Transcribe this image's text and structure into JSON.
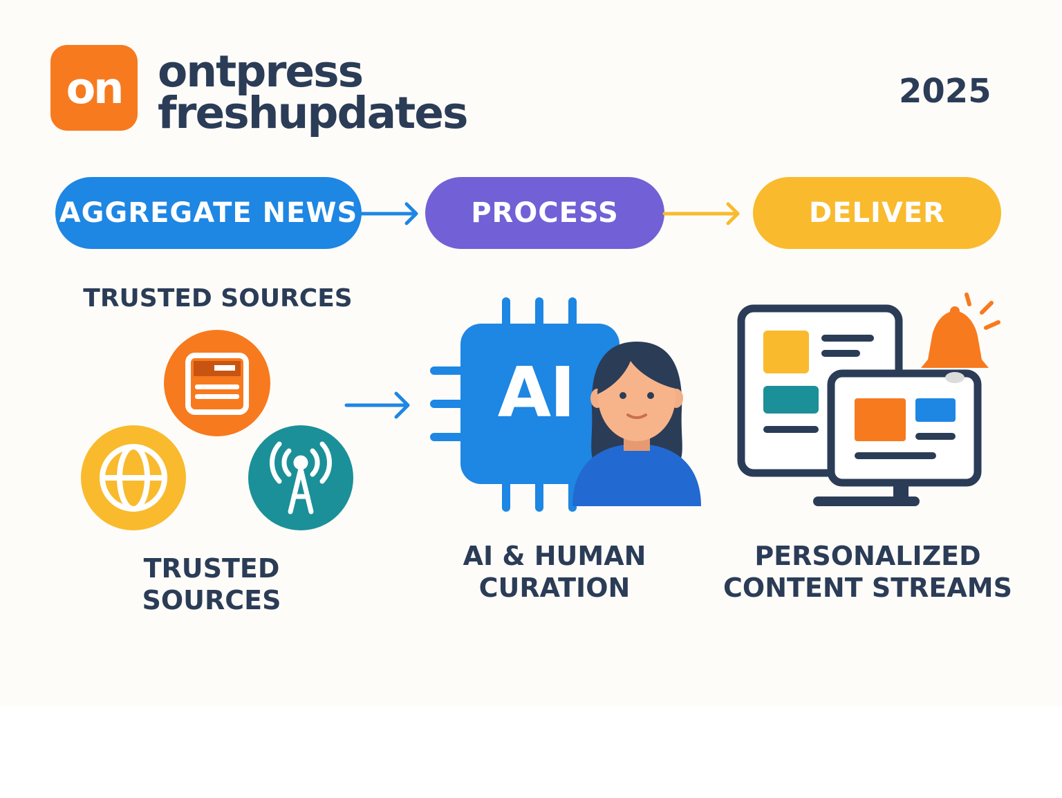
{
  "brand": {
    "logo_text": "on",
    "name_line1": "ontpress",
    "name_line2": "freshupdates",
    "year": "2025"
  },
  "steps": [
    {
      "label": "AGGREGATE NEWS",
      "color": "#1e86e3"
    },
    {
      "label": "PROCESS",
      "color": "#7260d6"
    },
    {
      "label": "DELIVER",
      "color": "#f9ba2d"
    }
  ],
  "sources": {
    "heading": "TRUSTED SOURCES",
    "caption_line1": "TRUSTED",
    "caption_line2": "SOURCES",
    "icons": [
      "newspaper-icon",
      "globe-icon",
      "broadcast-tower-icon"
    ]
  },
  "process": {
    "chip_text": "AI",
    "caption_line1": "AI & HUMAN",
    "caption_line2": "CURATION",
    "icons": [
      "ai-chip-icon",
      "curator-person-icon"
    ]
  },
  "deliver": {
    "caption_line1": "PERSONALIZED",
    "caption_line2": "CONTENT STREAMS",
    "icons": [
      "tablet-icon",
      "monitor-icon",
      "notification-bell-icon"
    ]
  },
  "colors": {
    "navy": "#2b3c57",
    "orange": "#f77a1f",
    "blue": "#1e86e3",
    "purple": "#7260d6",
    "yellow": "#f9ba2d",
    "teal": "#1b9098"
  }
}
